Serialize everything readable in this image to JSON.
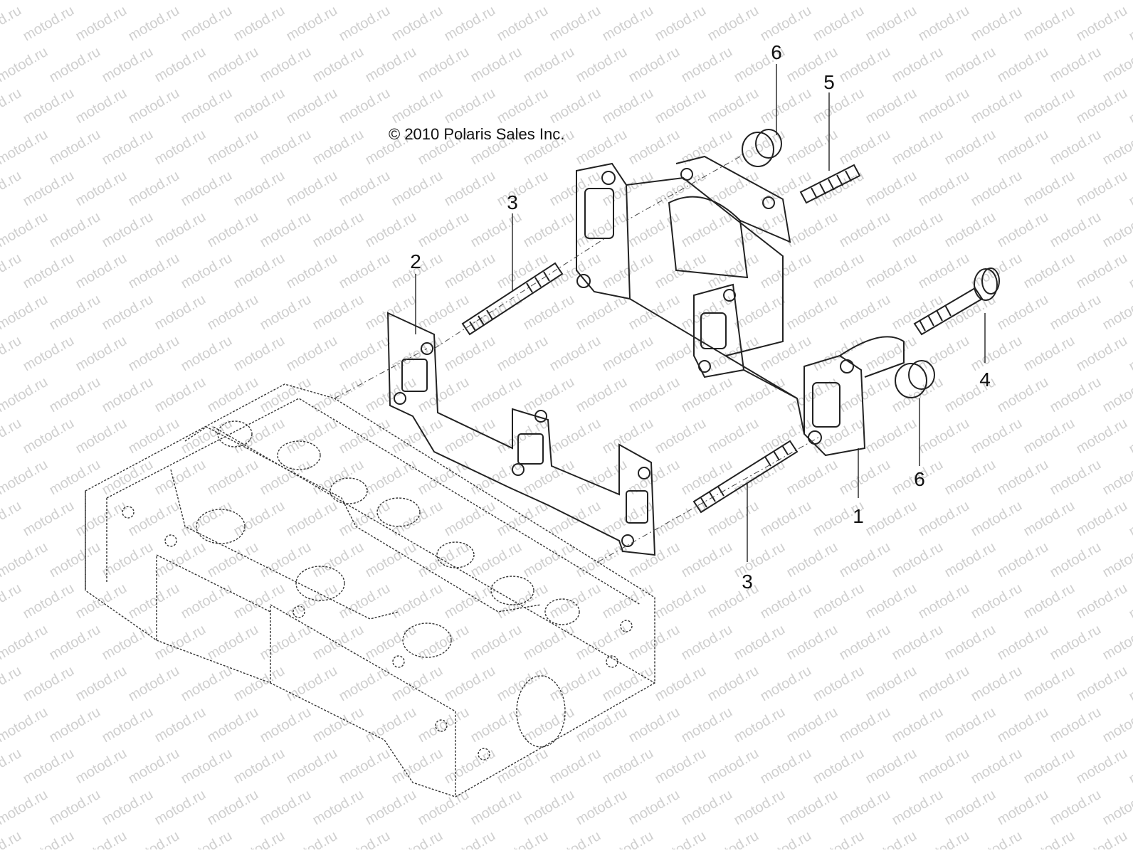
{
  "copyright": "© 2010 Polaris Sales Inc.",
  "watermark": "motod.ru",
  "callouts": [
    {
      "id": "c6a",
      "label": "6",
      "part": "flange-nut"
    },
    {
      "id": "c5",
      "label": "5",
      "part": "stud-short"
    },
    {
      "id": "c3a",
      "label": "3",
      "part": "stud-long"
    },
    {
      "id": "c2",
      "label": "2",
      "part": "exhaust-manifold-gasket"
    },
    {
      "id": "c4",
      "label": "4",
      "part": "flange-bolt"
    },
    {
      "id": "c6b",
      "label": "6",
      "part": "flange-nut"
    },
    {
      "id": "c1",
      "label": "1",
      "part": "exhaust-manifold"
    },
    {
      "id": "c3b",
      "label": "3",
      "part": "stud-long"
    }
  ],
  "colors": {
    "line": "#222222",
    "watermark": "#cfcfcf",
    "background": "#ffffff"
  }
}
